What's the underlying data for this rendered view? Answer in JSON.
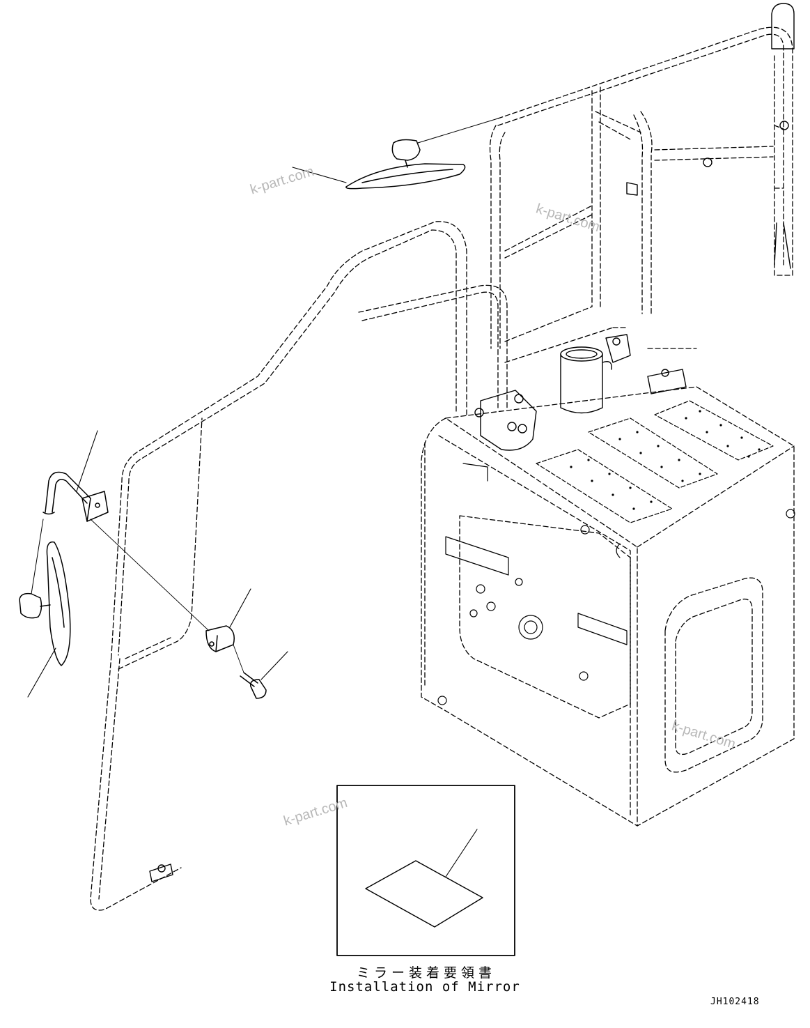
{
  "watermarks": [
    "k-part.com",
    "k-part.com",
    "k-part.com",
    "k-part.com"
  ],
  "inset": {
    "caption_jp": "ミラー装着要領書",
    "caption_en": "Installation of Mirror"
  },
  "drawing_code": "JH102418"
}
